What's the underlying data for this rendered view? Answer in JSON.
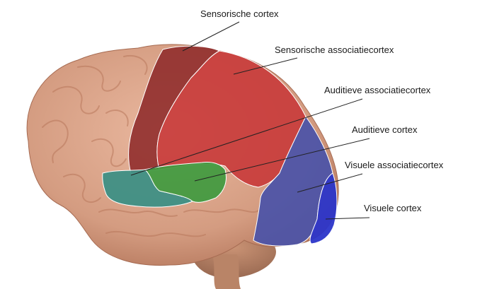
{
  "diagram": {
    "labels": {
      "sensory_cortex": "Sensorische cortex",
      "sensory_association_cortex": "Sensorische associatiecortex",
      "auditory_association_cortex": "Auditieve associatiecortex",
      "auditory_cortex": "Auditieve cortex",
      "visual_association_cortex": "Visuele associatiecortex",
      "visual_cortex": "Visuele cortex"
    },
    "colors": {
      "brain": "#dba58a",
      "brain_shadow": "#b77a5f",
      "sensory_cortex": "#8e2a2a",
      "sensory_association_cortex": "#c83a3a",
      "auditory_association_cortex": "#3a8f84",
      "auditory_cortex": "#3f9a3f",
      "visual_association_cortex": "#4a52a8",
      "visual_cortex": "#2b35c9",
      "leader_line": "#222222"
    }
  }
}
